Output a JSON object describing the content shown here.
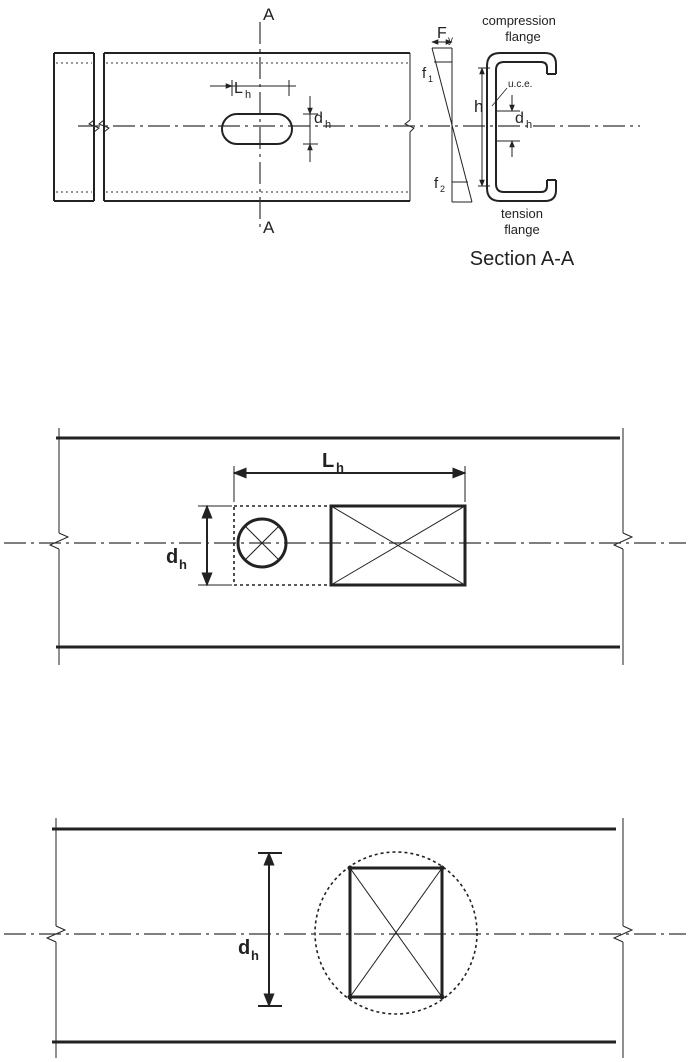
{
  "figure1": {
    "section_mark_top": "A",
    "section_mark_bottom": "A",
    "dim_length": "L",
    "dim_length_sub": "h",
    "dim_depth": "d",
    "dim_depth_sub": "h",
    "stress_top": "f",
    "stress_top_sub": "1",
    "stress_bottom": "f",
    "stress_bottom_sub": "2",
    "yield_stress": "F",
    "yield_stress_sub": "y",
    "web_height": "h",
    "section_dim_depth": "d",
    "section_dim_depth_sub": "h",
    "uce_label": "u.c.e.",
    "compression_line1": "compression",
    "compression_line2": "flange",
    "tension_line1": "tension",
    "tension_line2": "flange",
    "section_caption": "Section A-A"
  },
  "figure2": {
    "dim_length": "L",
    "dim_length_sub": "h",
    "dim_depth": "d",
    "dim_depth_sub": "h"
  },
  "figure3": {
    "dim_depth": "d",
    "dim_depth_sub": "h"
  }
}
